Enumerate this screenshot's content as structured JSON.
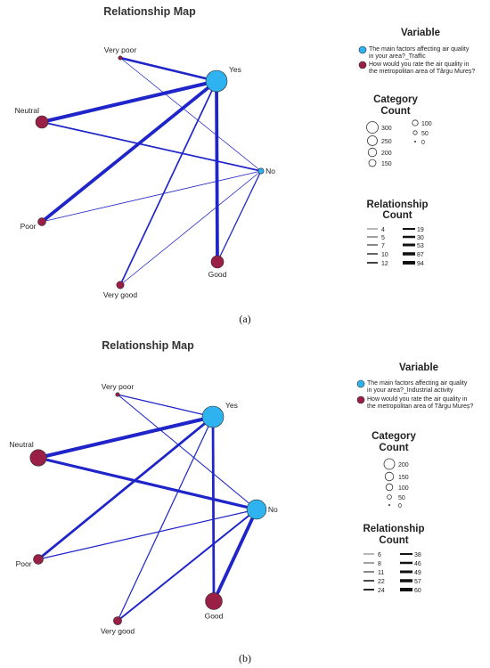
{
  "colors": {
    "variable_a": "#2fb3f0",
    "variable_b": "#9a1f47",
    "edge": "#1f25c8",
    "node_stroke": "#2a2a2a"
  },
  "panels": [
    {
      "id": "a",
      "title": "Relationship Map",
      "caption": "(a)",
      "legend": {
        "variable_heading": "Variable",
        "variables": [
          {
            "kind": "a",
            "lines": [
              "The main factors affecting air quality",
              "in your area?_Traffic"
            ]
          },
          {
            "kind": "b",
            "lines": [
              "How would you rate the air quality in",
              "the metropolitan area of Târgu Mureș?"
            ]
          }
        ],
        "category_heading": [
          "Category",
          "Count"
        ],
        "category_counts": [
          "300",
          "250",
          "200",
          "150",
          "100",
          "50",
          "0"
        ],
        "relationship_heading": [
          "Relationship",
          "Count"
        ],
        "relationship_counts": [
          "4",
          "5",
          "7",
          "10",
          "12",
          "19",
          "30",
          "53",
          "87",
          "94"
        ]
      },
      "nodes": [
        {
          "id": "yes",
          "label": "Yes",
          "kind": "a",
          "count": 290
        },
        {
          "id": "no",
          "label": "No",
          "kind": "a",
          "count": 20
        },
        {
          "id": "very_poor",
          "label": "Very poor",
          "kind": "b",
          "count": 5
        },
        {
          "id": "neutral",
          "label": "Neutral",
          "kind": "b",
          "count": 99
        },
        {
          "id": "poor",
          "label": "Poor",
          "kind": "b",
          "count": 40
        },
        {
          "id": "good",
          "label": "Good",
          "kind": "b",
          "count": 99
        },
        {
          "id": "very_good",
          "label": "Very good",
          "kind": "b",
          "count": 35
        }
      ],
      "edges": [
        {
          "from": "very_poor",
          "to": "yes",
          "count": 53
        },
        {
          "from": "very_poor",
          "to": "no",
          "count": 4
        },
        {
          "from": "neutral",
          "to": "yes",
          "count": 94
        },
        {
          "from": "neutral",
          "to": "no",
          "count": 30
        },
        {
          "from": "poor",
          "to": "yes",
          "count": 87
        },
        {
          "from": "poor",
          "to": "no",
          "count": 7
        },
        {
          "from": "very_good",
          "to": "yes",
          "count": 30
        },
        {
          "from": "very_good",
          "to": "no",
          "count": 5
        },
        {
          "from": "good",
          "to": "yes",
          "count": 87
        },
        {
          "from": "good",
          "to": "no",
          "count": 19
        }
      ]
    },
    {
      "id": "b",
      "title": "Relationship Map",
      "caption": "(b)",
      "legend": {
        "variable_heading": "Variable",
        "variables": [
          {
            "kind": "a",
            "lines": [
              "The main factors affecting air quality",
              "in your area?_Industrial activity"
            ]
          },
          {
            "kind": "b",
            "lines": [
              "How would you rate the air quality in",
              "the metropolitan area of Târgu Mureș?"
            ]
          }
        ],
        "category_heading": [
          "Category",
          "Count"
        ],
        "category_counts": [
          "200",
          "150",
          "100",
          "50",
          "0"
        ],
        "relationship_heading": [
          "Relationship",
          "Count"
        ],
        "relationship_counts": [
          "6",
          "8",
          "11",
          "22",
          "24",
          "38",
          "46",
          "49",
          "57",
          "60"
        ]
      },
      "nodes": [
        {
          "id": "yes",
          "label": "Yes",
          "kind": "a",
          "count": 170
        },
        {
          "id": "no",
          "label": "No",
          "kind": "a",
          "count": 140
        },
        {
          "id": "very_poor",
          "label": "Very poor",
          "kind": "b",
          "count": 5
        },
        {
          "id": "neutral",
          "label": "Neutral",
          "kind": "b",
          "count": 100
        },
        {
          "id": "poor",
          "label": "Poor",
          "kind": "b",
          "count": 35
        },
        {
          "id": "good",
          "label": "Good",
          "kind": "b",
          "count": 105
        },
        {
          "id": "very_good",
          "label": "Very good",
          "kind": "b",
          "count": 25
        }
      ],
      "edges": [
        {
          "from": "very_poor",
          "to": "yes",
          "count": 11
        },
        {
          "from": "very_poor",
          "to": "no",
          "count": 8
        },
        {
          "from": "neutral",
          "to": "yes",
          "count": 60
        },
        {
          "from": "neutral",
          "to": "no",
          "count": 46
        },
        {
          "from": "poor",
          "to": "yes",
          "count": 38
        },
        {
          "from": "poor",
          "to": "no",
          "count": 11
        },
        {
          "from": "very_good",
          "to": "yes",
          "count": 11
        },
        {
          "from": "very_good",
          "to": "no",
          "count": 24
        },
        {
          "from": "good",
          "to": "yes",
          "count": 38
        },
        {
          "from": "good",
          "to": "no",
          "count": 57
        }
      ]
    }
  ]
}
